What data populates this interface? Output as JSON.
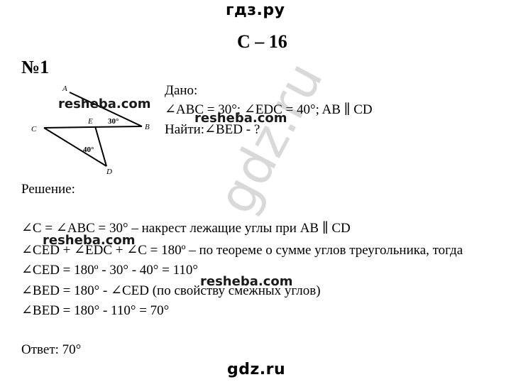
{
  "header": {
    "site": "гдз.ру",
    "section": "С – 16"
  },
  "task": {
    "number": "№1"
  },
  "given": {
    "label": "Дано:",
    "condition": "∠ABC = 30°; ∠EDC = 40°; AB ∥ CD",
    "find": "Найти:∠BED - ?"
  },
  "figure": {
    "points": {
      "a": "A",
      "b": "B",
      "c": "C",
      "d": "D",
      "e": "E"
    },
    "angle_b": "30°",
    "angle_d": "40°"
  },
  "solution": {
    "label": "Решение:",
    "lines": [
      "∠C = ∠ABC = 30° – накрест лежащие  углы при AB ∥ CD",
      "∠CED + ∠EDC + ∠C = 180º – по теореме о сумме углов треугольника, тогда",
      "∠CED = 180º - 30° - 40° = 110°",
      "∠BED = 180° - ∠CED (по свойству смежных углов)",
      "∠BED = 180° - 110° = 70°"
    ]
  },
  "answer": "Ответ: 70°",
  "footer": {
    "site": "gdz.ru"
  },
  "watermarks": {
    "small": "resheba.com",
    "big": "gdz.ru"
  }
}
